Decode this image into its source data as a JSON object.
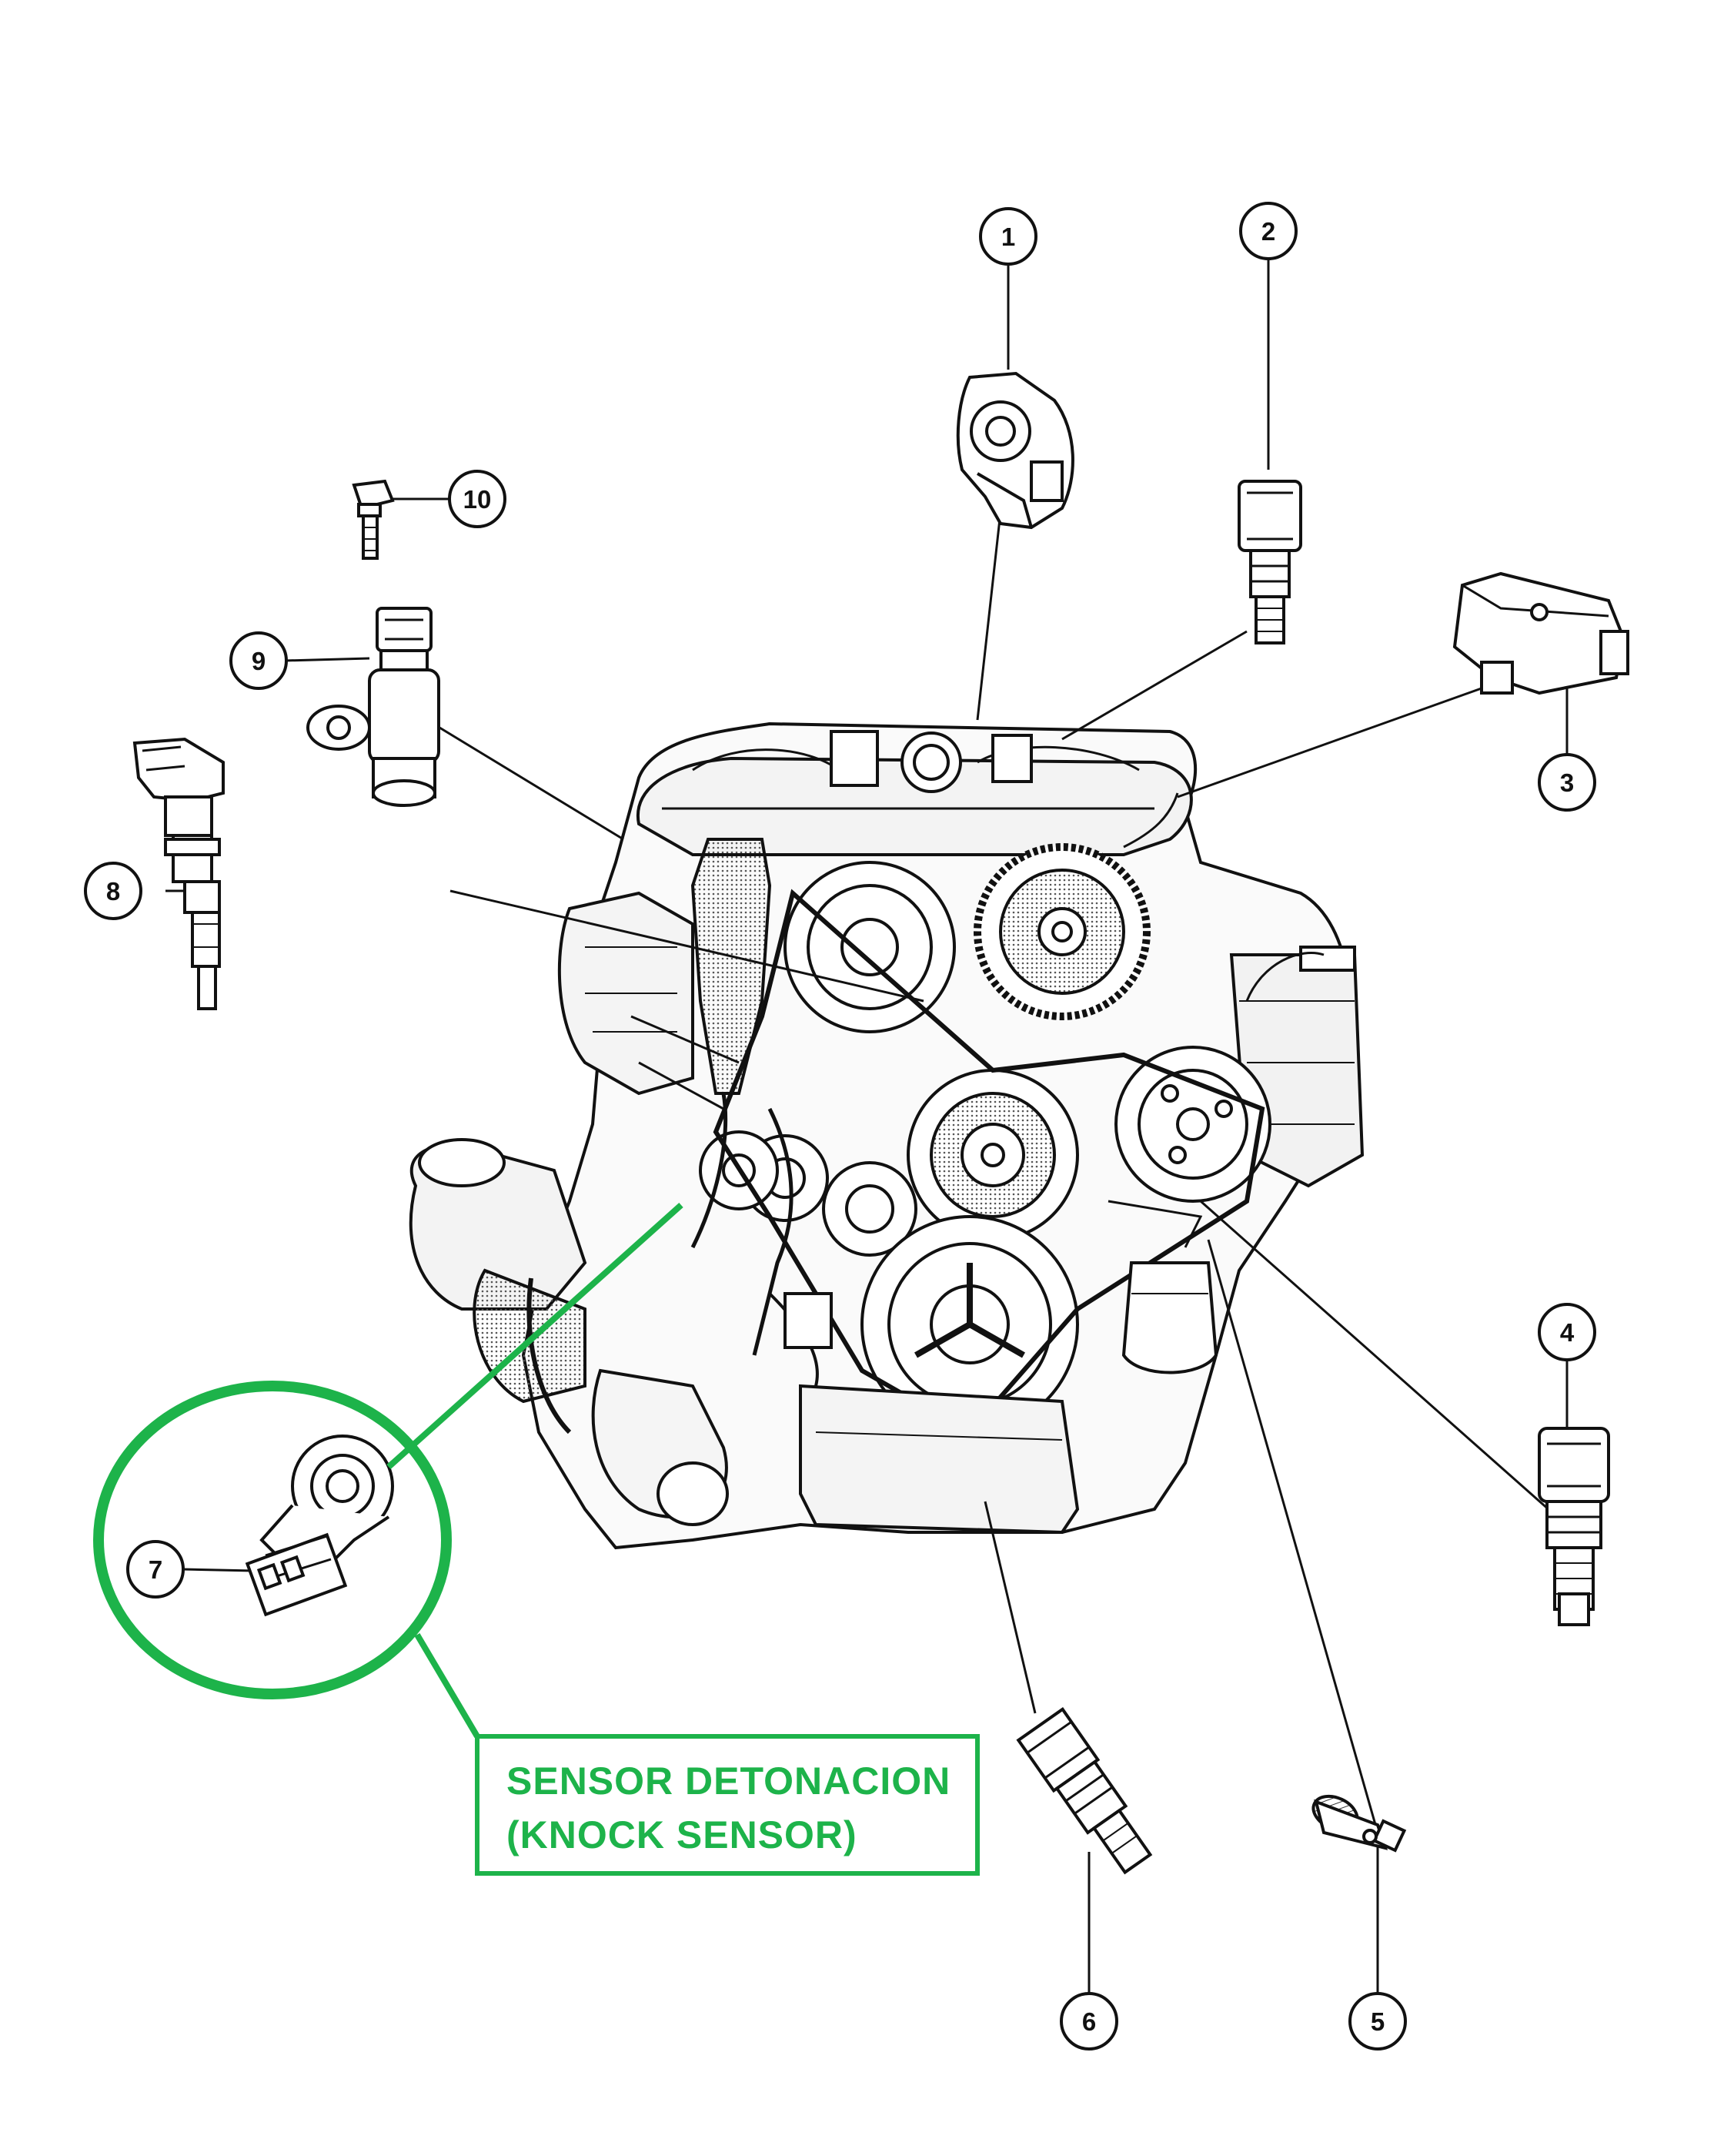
{
  "callouts": {
    "c1": "1",
    "c2": "2",
    "c3": "3",
    "c4": "4",
    "c5": "5",
    "c6": "6",
    "c7": "7",
    "c8": "8",
    "c9": "9",
    "c10": "10"
  },
  "annotation": {
    "line1": "SENSOR DETONACION",
    "line2": "(KNOCK SENSOR)"
  },
  "colors": {
    "highlight": "#1db34a",
    "ink": "#111111",
    "background": "#ffffff"
  }
}
